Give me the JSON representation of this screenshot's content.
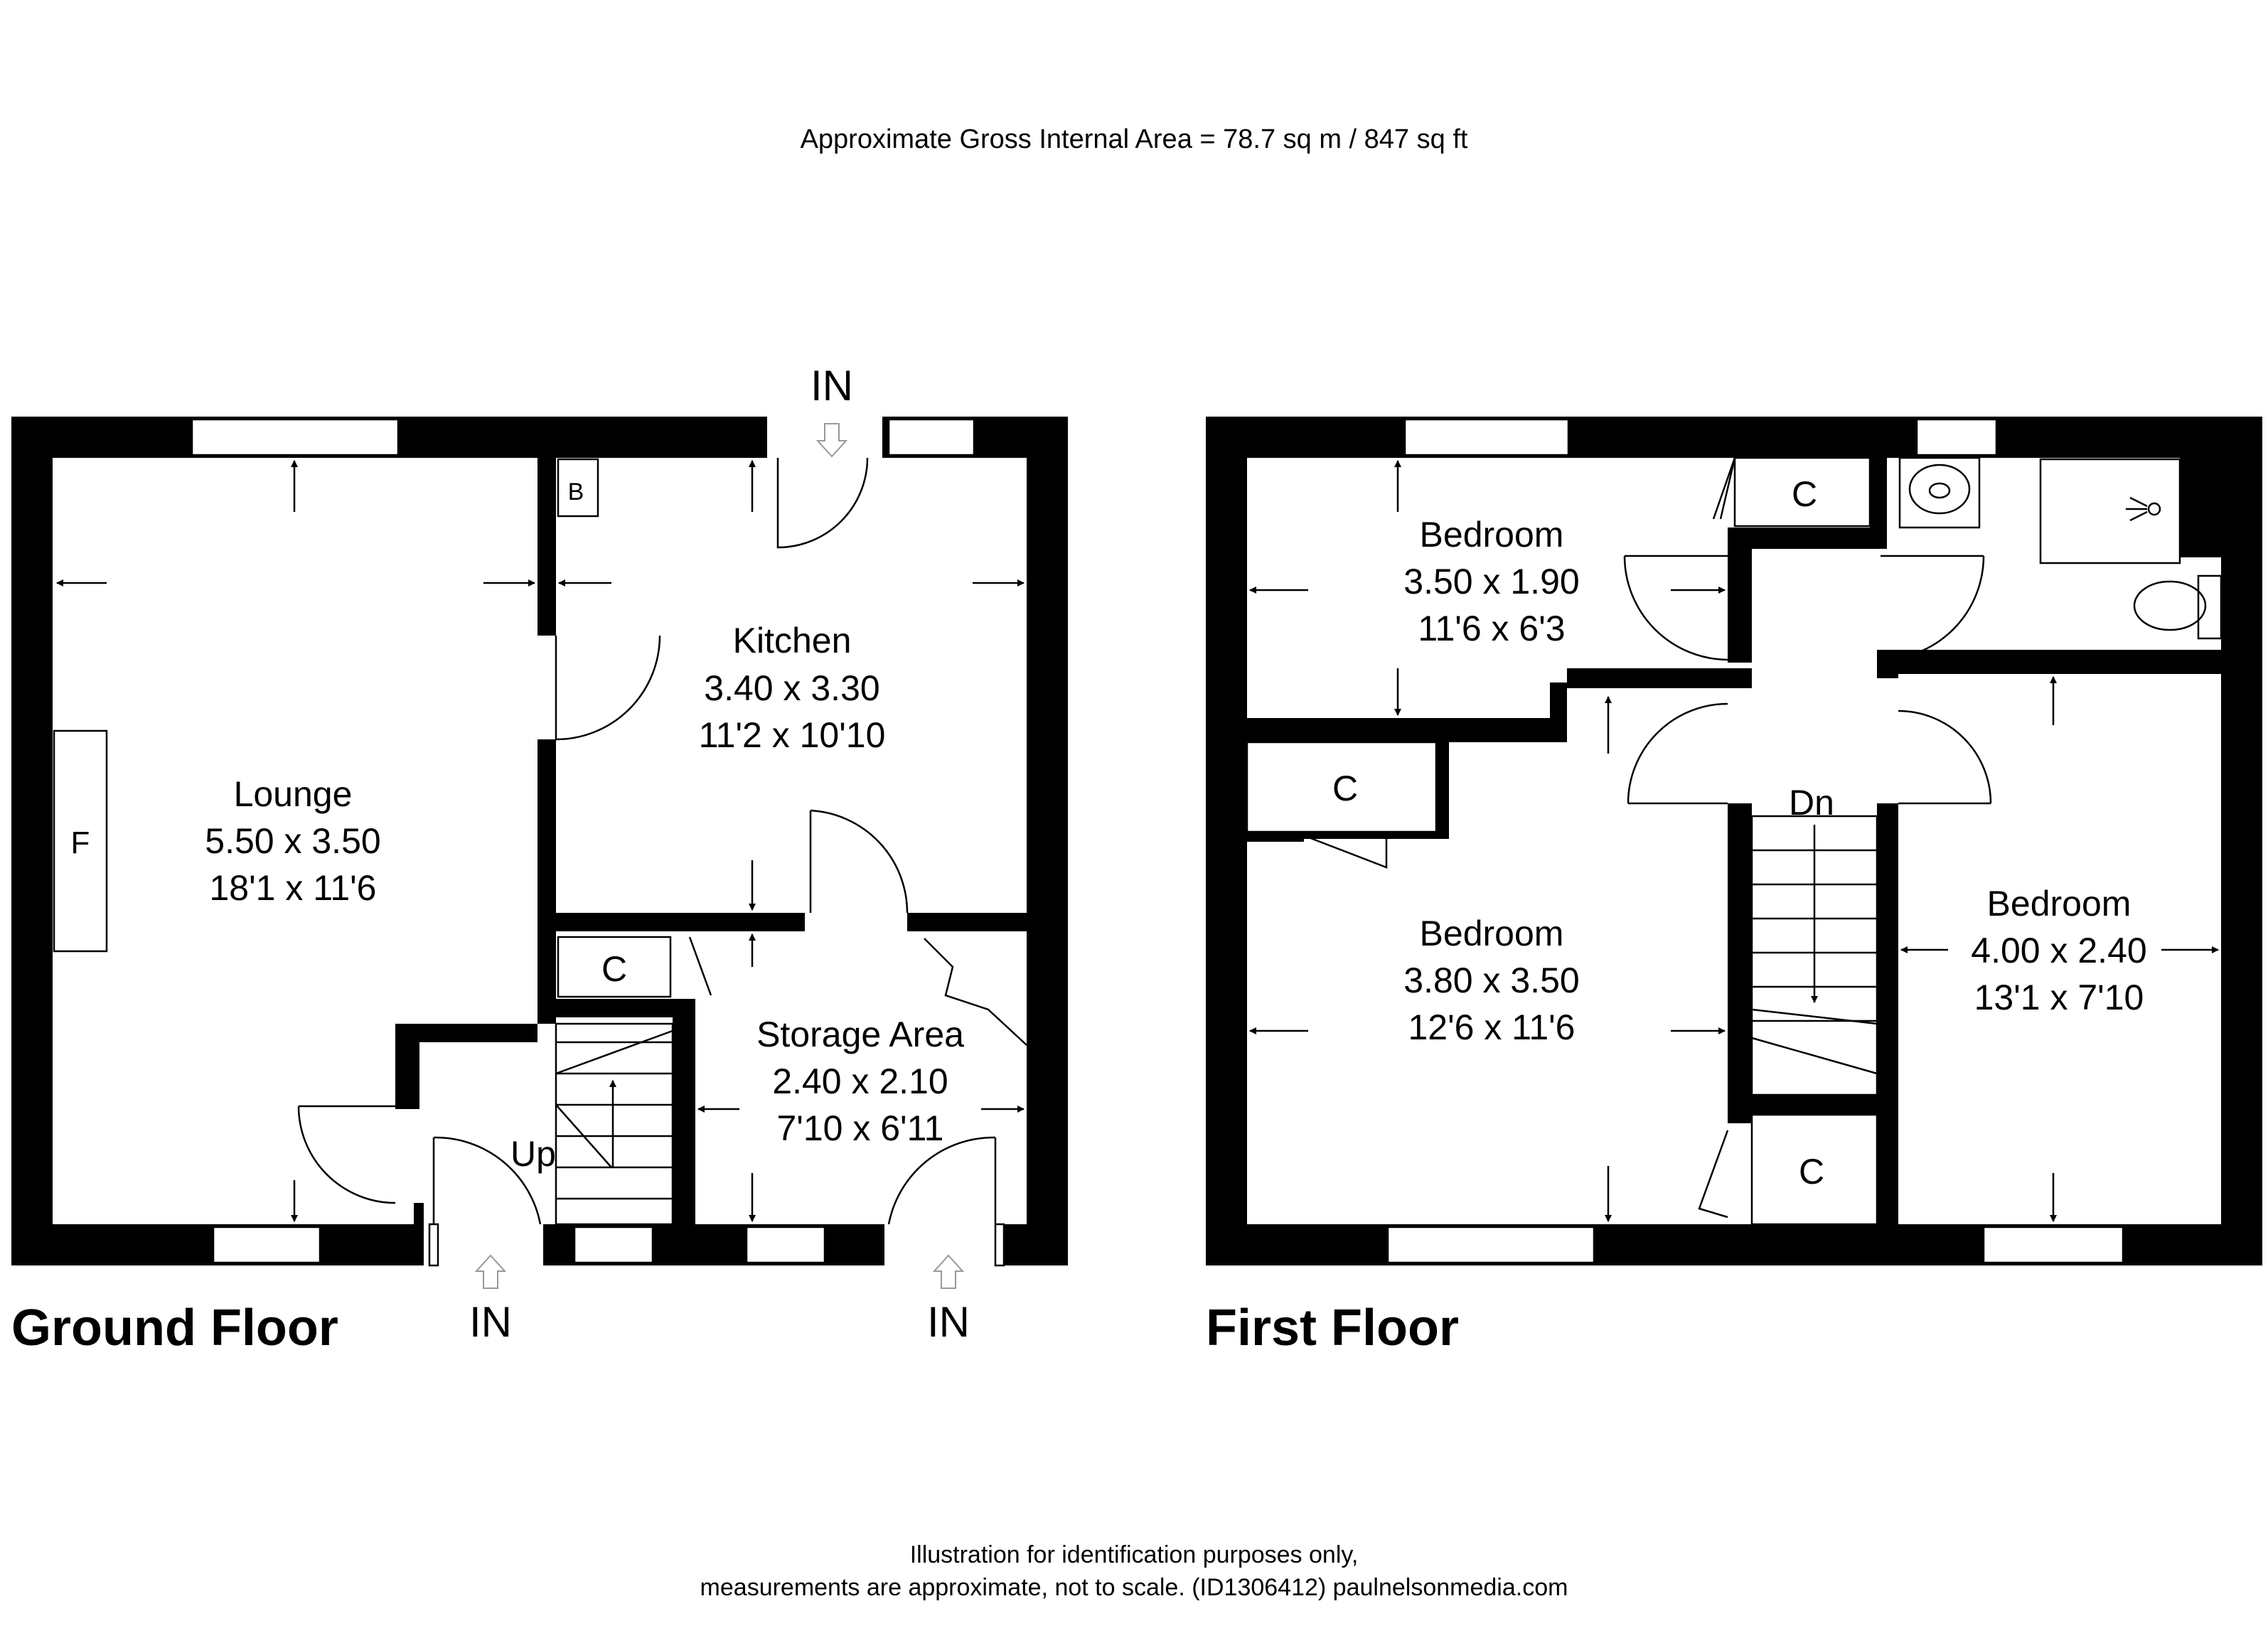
{
  "header": {
    "area_text": "Approximate Gross Internal Area = 78.7 sq m / 847 sq ft"
  },
  "ground_floor": {
    "title": "Ground Floor",
    "lounge": {
      "name": "Lounge",
      "metric": "5.50 x 3.50",
      "imperial": "18'1 x 11'6"
    },
    "kitchen": {
      "name": "Kitchen",
      "metric": "3.40 x 3.30",
      "imperial": "11'2 x 10'10"
    },
    "storage": {
      "name": "Storage Area",
      "metric": "2.40 x 2.10",
      "imperial": "7'10 x 6'11"
    },
    "cupboard_label": "C",
    "boiler_label": "B",
    "fireplace_label": "F",
    "stairs_label": "Up",
    "entrance_labels": [
      "IN",
      "IN",
      "IN"
    ]
  },
  "first_floor": {
    "title": "First Floor",
    "bedroom_top": {
      "name": "Bedroom",
      "metric": "3.50 x 1.90",
      "imperial": "11'6 x 6'3"
    },
    "bedroom_main": {
      "name": "Bedroom",
      "metric": "3.80 x 3.50",
      "imperial": "12'6 x 11'6"
    },
    "bedroom_right": {
      "name": "Bedroom",
      "metric": "4.00 x 2.40",
      "imperial": "13'1 x 7'10"
    },
    "cupboard_labels": [
      "C",
      "C",
      "C"
    ],
    "stairs_label": "Dn"
  },
  "footer": {
    "line1": "Illustration for identification purposes only,",
    "line2": "measurements are approximate, not to scale. (ID1306412) paulnelsonmedia.com"
  }
}
